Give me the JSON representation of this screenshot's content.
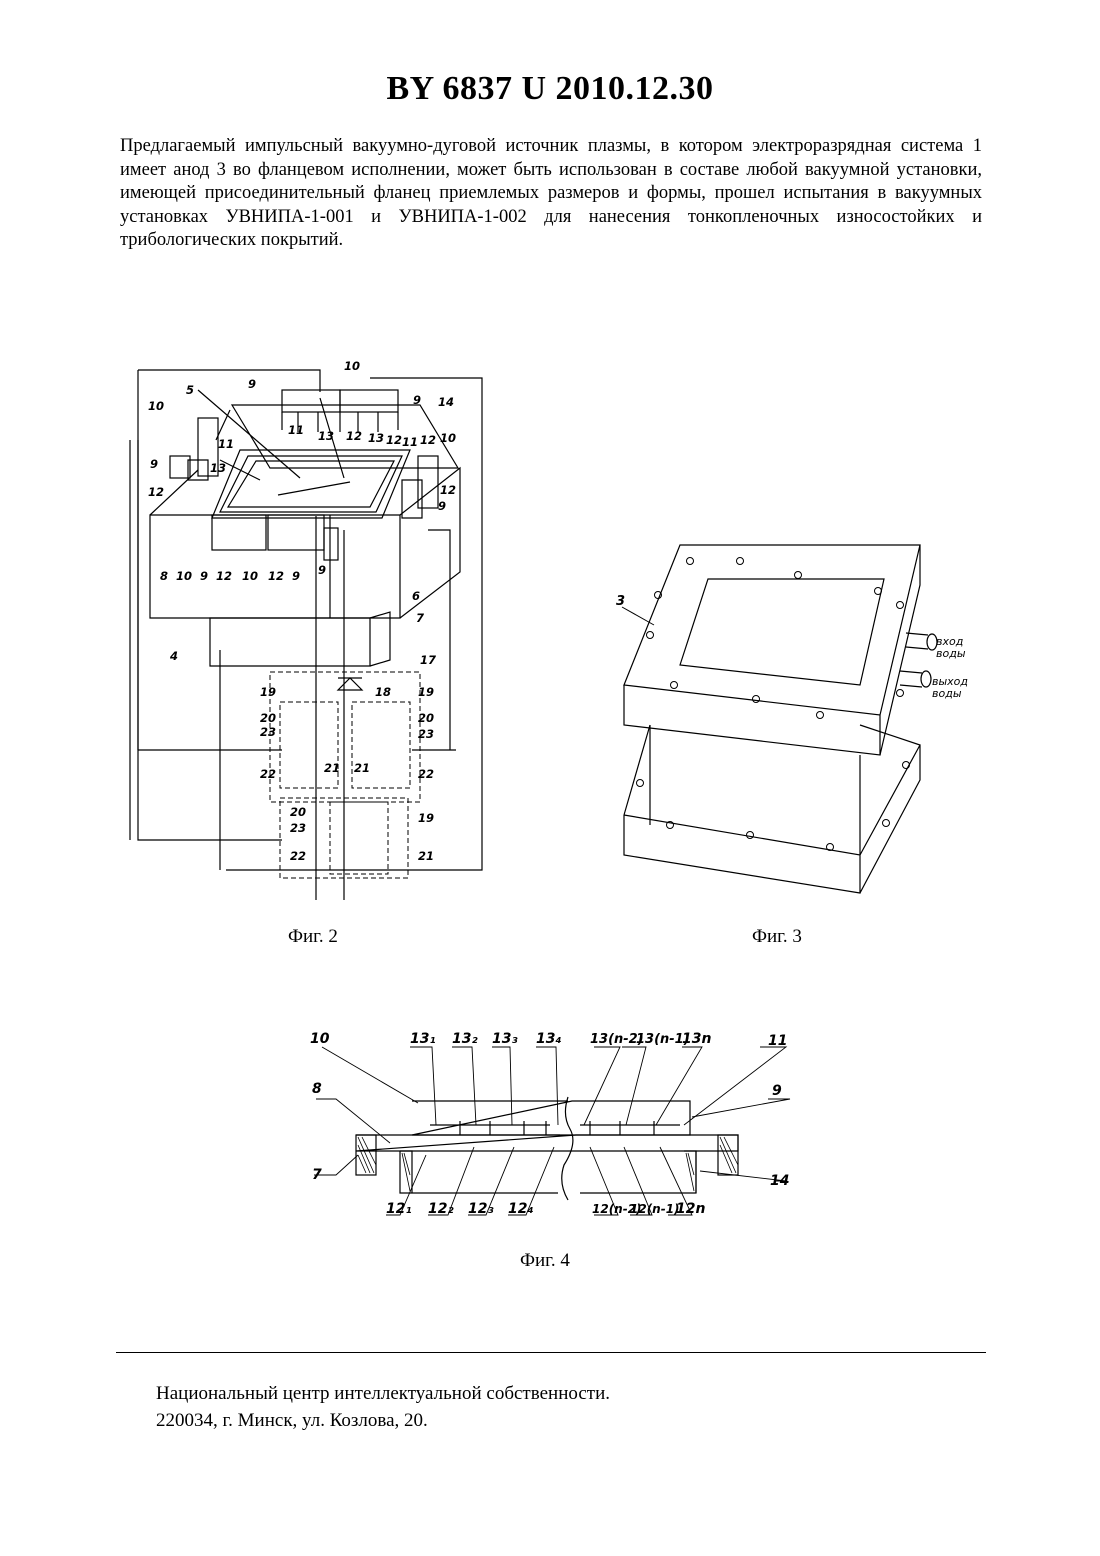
{
  "header": {
    "title": "BY  6837  U  2010.12.30"
  },
  "body": {
    "paragraph": "Предлагаемый импульсный вакуумно-дуговой источник плазмы, в котором электроразрядная система 1 имеет анод 3 во фланцевом исполнении, может быть использован в составе любой вакуумной установки, имеющей присоединительный фланец приемлемых размеров и формы, прошел испытания в вакуумных установках УВНИПА-1-001 и УВНИПА-1-002 для нанесения тонкопленочных износостойких и трибологических покрытий."
  },
  "figures": {
    "fig2": {
      "caption": "Фиг. 2",
      "labels": [
        "10",
        "9",
        "9",
        "14",
        "5",
        "10",
        "11",
        "13",
        "12",
        "13",
        "12",
        "11",
        "12",
        "10",
        "9",
        "13",
        "11",
        "12",
        "12",
        "9",
        "8",
        "10",
        "9",
        "12",
        "10",
        "12",
        "9",
        "9",
        "6",
        "7",
        "4",
        "17",
        "18",
        "19",
        "19",
        "20",
        "23",
        "22",
        "21",
        "20",
        "23",
        "21",
        "22",
        "20",
        "23",
        "19",
        "22",
        "21"
      ]
    },
    "fig3": {
      "caption": "Фиг. 3",
      "labels": [
        "3",
        "вход",
        "воды",
        "выход",
        "воды"
      ]
    },
    "fig4": {
      "caption": "Фиг. 4",
      "labels": [
        "10",
        "13₁",
        "13₂",
        "13₃",
        "13₄",
        "13(n-2)",
        "13(n-1)",
        "13n",
        "11",
        "8",
        "9",
        "7",
        "14",
        "12₁",
        "12₂",
        "12₃",
        "12₄",
        "12(n-2)",
        "12(n-1)",
        "12n"
      ]
    }
  },
  "footer": {
    "line1": "Национальный центр интеллектуальной собственности.",
    "line2": "220034, г. Минск, ул. Козлова, 20."
  }
}
